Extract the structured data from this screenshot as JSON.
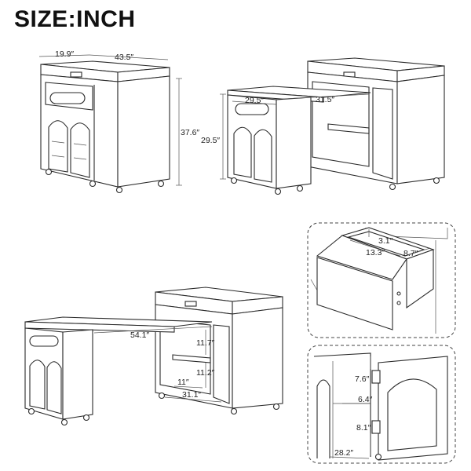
{
  "title": "SIZE:INCH",
  "views": {
    "closed": {
      "width": "19.9″",
      "length": "43.5″",
      "height": "37.6″"
    },
    "extended": {
      "top_left": "29.5″",
      "top_right": "31.5″",
      "height": "29.5″"
    },
    "full": {
      "length": "54.1″",
      "shelf_upper": "11.7″",
      "shelf_lower": "11.2″",
      "depth": "11″",
      "width": "31.1″"
    },
    "drawer": {
      "length": "13.3″",
      "width": "8.7″",
      "height": "3.1″"
    },
    "cabinet": {
      "gap_top": "7.6″",
      "gap_mid": "6.4″",
      "gap_low": "8.1″",
      "depth": "28.2″"
    }
  }
}
